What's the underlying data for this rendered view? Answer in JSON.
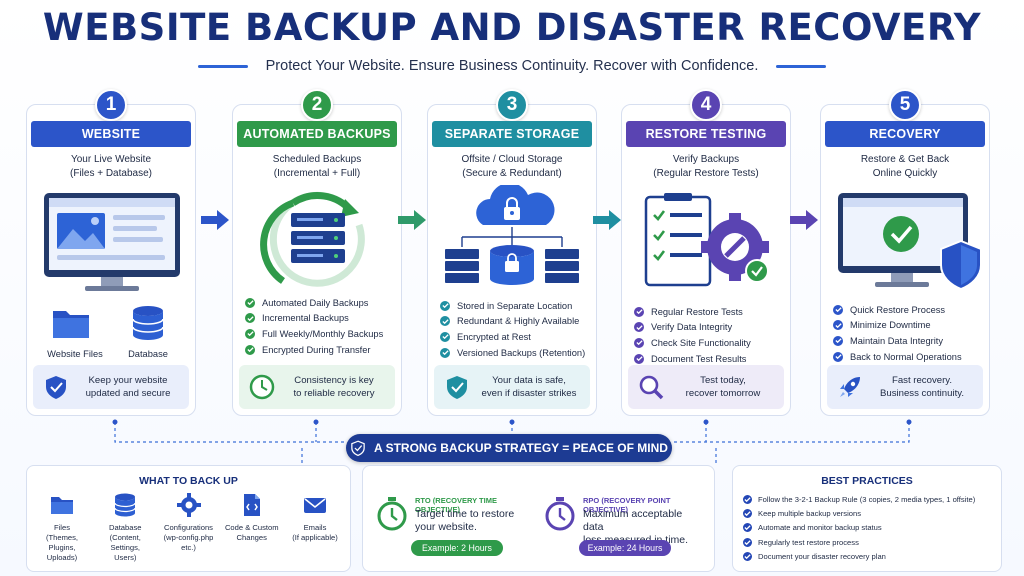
{
  "title": "WEBSITE BACKUP AND DISASTER RECOVERY",
  "subtitle": "Protect Your Website. Ensure Business Continuity. Recover with Confidence.",
  "colors": {
    "blue": "#2c55c9",
    "green": "#2f9a4a",
    "teal": "#1f8fa1",
    "purple": "#5a44b2",
    "navy": "#1d3b93"
  },
  "steps": [
    {
      "number": "1",
      "title": "WEBSITE",
      "caption": "Your Live Website\n(Files + Database)",
      "labels": [
        "Website Files",
        "Database"
      ],
      "tip": "Keep your website\nupdated and secure"
    },
    {
      "number": "2",
      "title": "AUTOMATED BACKUPS",
      "caption": "Scheduled Backups\n(Incremental + Full)",
      "checks": [
        "Automated Daily Backups",
        "Incremental Backups",
        "Full Weekly/Monthly Backups",
        "Encrypted During Transfer"
      ],
      "tip": "Consistency is key\nto reliable recovery"
    },
    {
      "number": "3",
      "title": "SEPARATE STORAGE",
      "caption": "Offsite / Cloud Storage\n(Secure & Redundant)",
      "checks": [
        "Stored in Separate Location",
        "Redundant & Highly Available",
        "Encrypted at Rest",
        "Versioned Backups (Retention)"
      ],
      "tip": "Your data is safe,\neven if disaster strikes"
    },
    {
      "number": "4",
      "title": "RESTORE TESTING",
      "caption": "Verify Backups\n(Regular Restore Tests)",
      "checks": [
        "Regular Restore Tests",
        "Verify Data Integrity",
        "Check Site Functionality",
        "Document Test Results"
      ],
      "tip": "Test today,\nrecover tomorrow"
    },
    {
      "number": "5",
      "title": "RECOVERY",
      "caption": "Restore & Get Back\nOnline Quickly",
      "checks": [
        "Quick Restore Process",
        "Minimize Downtime",
        "Maintain Data Integrity",
        "Back to Normal Operations"
      ],
      "tip": "Fast recovery.\nBusiness continuity."
    }
  ],
  "strategy": "A STRONG BACKUP STRATEGY = PEACE OF MIND",
  "what_to_back_up": {
    "title": "WHAT TO BACK UP",
    "items": [
      {
        "label": "Files\n(Themes, Plugins,\nUploads)",
        "icon": "folder-icon"
      },
      {
        "label": "Database\n(Content, Settings,\nUsers)",
        "icon": "database-icon"
      },
      {
        "label": "Configurations\n(wp-config.php\netc.)",
        "icon": "gear-icon"
      },
      {
        "label": "Code & Custom\nChanges",
        "icon": "code-file-icon"
      },
      {
        "label": "Emails\n(If applicable)",
        "icon": "email-icon"
      }
    ]
  },
  "objectives": [
    {
      "heading": "RTO (RECOVERY TIME OBJECTIVE)",
      "desc": "Target time to restore\nyour website.",
      "example": "Example: 2 Hours"
    },
    {
      "heading": "RPO (RECOVERY POINT OBJECTIVE)",
      "desc": "Maximum acceptable data\nloss measured in time.",
      "example": "Example: 24 Hours"
    }
  ],
  "best_practices": {
    "title": "BEST PRACTICES",
    "items": [
      "Follow the 3-2-1 Backup Rule (3 copies, 2 media types, 1 offsite)",
      "Keep multiple backup versions",
      "Automate and monitor backup status",
      "Regularly test restore process",
      "Document your disaster recovery plan"
    ]
  }
}
